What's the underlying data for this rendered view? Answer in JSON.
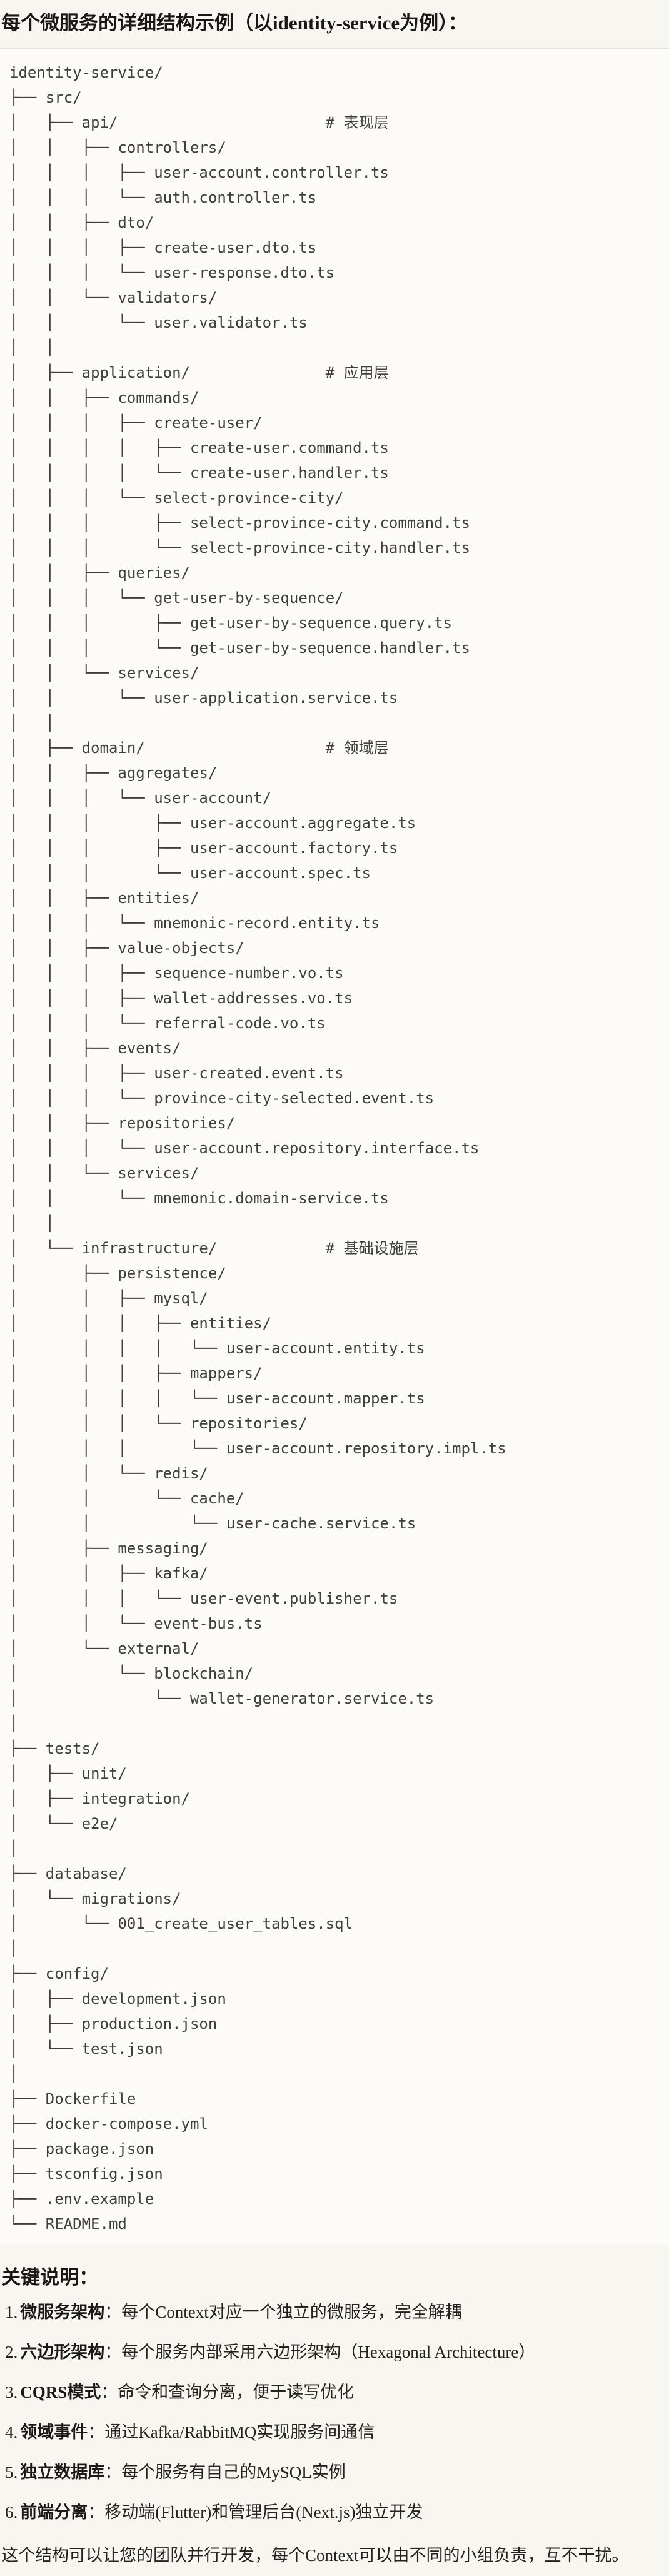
{
  "title": "每个微服务的详细结构示例（以identity-service为例）：",
  "colors": {
    "page_bg": "#f8f6f1",
    "code_bg": "#fcfbf8",
    "code_border": "#e7e4dc",
    "code_text": "#403e3a",
    "body_text": "#24221f"
  },
  "tree": {
    "lines": [
      "identity-service/",
      "├── src/",
      "│   ├── api/                       # 表现层",
      "│   │   ├── controllers/",
      "│   │   │   ├── user-account.controller.ts",
      "│   │   │   └── auth.controller.ts",
      "│   │   ├── dto/",
      "│   │   │   ├── create-user.dto.ts",
      "│   │   │   └── user-response.dto.ts",
      "│   │   └── validators/",
      "│   │       └── user.validator.ts",
      "│   │",
      "│   ├── application/               # 应用层",
      "│   │   ├── commands/",
      "│   │   │   ├── create-user/",
      "│   │   │   │   ├── create-user.command.ts",
      "│   │   │   │   └── create-user.handler.ts",
      "│   │   │   └── select-province-city/",
      "│   │   │       ├── select-province-city.command.ts",
      "│   │   │       └── select-province-city.handler.ts",
      "│   │   ├── queries/",
      "│   │   │   └── get-user-by-sequence/",
      "│   │   │       ├── get-user-by-sequence.query.ts",
      "│   │   │       └── get-user-by-sequence.handler.ts",
      "│   │   └── services/",
      "│   │       └── user-application.service.ts",
      "│   │",
      "│   ├── domain/                    # 领域层",
      "│   │   ├── aggregates/",
      "│   │   │   └── user-account/",
      "│   │   │       ├── user-account.aggregate.ts",
      "│   │   │       ├── user-account.factory.ts",
      "│   │   │       └── user-account.spec.ts",
      "│   │   ├── entities/",
      "│   │   │   └── mnemonic-record.entity.ts",
      "│   │   ├── value-objects/",
      "│   │   │   ├── sequence-number.vo.ts",
      "│   │   │   ├── wallet-addresses.vo.ts",
      "│   │   │   └── referral-code.vo.ts",
      "│   │   ├── events/",
      "│   │   │   ├── user-created.event.ts",
      "│   │   │   └── province-city-selected.event.ts",
      "│   │   ├── repositories/",
      "│   │   │   └── user-account.repository.interface.ts",
      "│   │   └── services/",
      "│   │       └── mnemonic.domain-service.ts",
      "│   │",
      "│   └── infrastructure/            # 基础设施层",
      "│       ├── persistence/",
      "│       │   ├── mysql/",
      "│       │   │   ├── entities/",
      "│       │   │   │   └── user-account.entity.ts",
      "│       │   │   ├── mappers/",
      "│       │   │   │   └── user-account.mapper.ts",
      "│       │   │   └── repositories/",
      "│       │   │       └── user-account.repository.impl.ts",
      "│       │   └── redis/",
      "│       │       └── cache/",
      "│       │           └── user-cache.service.ts",
      "│       ├── messaging/",
      "│       │   ├── kafka/",
      "│       │   │   └── user-event.publisher.ts",
      "│       │   └── event-bus.ts",
      "│       └── external/",
      "│           └── blockchain/",
      "│               └── wallet-generator.service.ts",
      "│",
      "├── tests/",
      "│   ├── unit/",
      "│   ├── integration/",
      "│   └── e2e/",
      "│",
      "├── database/",
      "│   └── migrations/",
      "│       └── 001_create_user_tables.sql",
      "│",
      "├── config/",
      "│   ├── development.json",
      "│   ├── production.json",
      "│   └── test.json",
      "│",
      "├── Dockerfile",
      "├── docker-compose.yml",
      "├── package.json",
      "├── tsconfig.json",
      "├── .env.example",
      "└── README.md"
    ]
  },
  "notes": {
    "heading": "关键说明：",
    "items": [
      {
        "num": "1.",
        "term": "微服务架构",
        "sep": "：",
        "desc": "每个Context对应一个独立的微服务，完全解耦"
      },
      {
        "num": "2.",
        "term": "六边形架构",
        "sep": "：",
        "desc": "每个服务内部采用六边形架构（Hexagonal Architecture）"
      },
      {
        "num": "3.",
        "term": "CQRS模式",
        "sep": "：",
        "desc": "命令和查询分离，便于读写优化"
      },
      {
        "num": "4.",
        "term": "领域事件",
        "sep": "：",
        "desc": "通过Kafka/RabbitMQ实现服务间通信"
      },
      {
        "num": "5.",
        "term": "独立数据库",
        "sep": "：",
        "desc": "每个服务有自己的MySQL实例"
      },
      {
        "num": "6.",
        "term": "前端分离",
        "sep": "：",
        "desc": "移动端(Flutter)和管理后台(Next.js)独立开发"
      }
    ],
    "footer": "这个结构可以让您的团队并行开发，每个Context可以由不同的小组负责，互不干扰。"
  }
}
